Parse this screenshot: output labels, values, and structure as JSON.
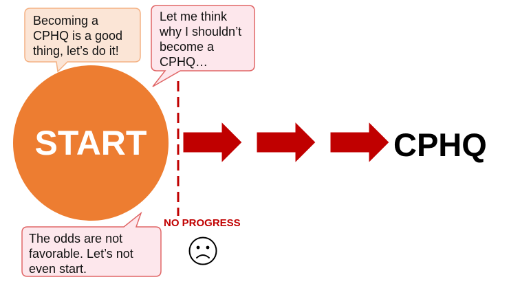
{
  "start": {
    "label": "START",
    "fill": "#ed7d31"
  },
  "goal": {
    "label": "CPHQ"
  },
  "bubbles": {
    "motivation": {
      "lines": [
        "Becoming a",
        "CPHQ is a good",
        "thing, let’s do it!"
      ],
      "fill": "#fbe5d6",
      "stroke": "#f4b183"
    },
    "hesitation": {
      "lines": [
        "Let me think",
        "why I shouldn’t",
        "become a",
        "CPHQ…"
      ],
      "fill": "#fde7ec",
      "stroke": "#e06666"
    },
    "discouragement": {
      "lines": [
        "The odds are not",
        "favorable. Let’s not",
        "even start."
      ],
      "fill": "#fde7ec",
      "stroke": "#e06666"
    }
  },
  "barrier": {
    "label": "NO PROGRESS",
    "color": "#c00000",
    "icon": "sad-face-icon"
  },
  "arrows": {
    "count": 3,
    "color": "#c00000"
  }
}
